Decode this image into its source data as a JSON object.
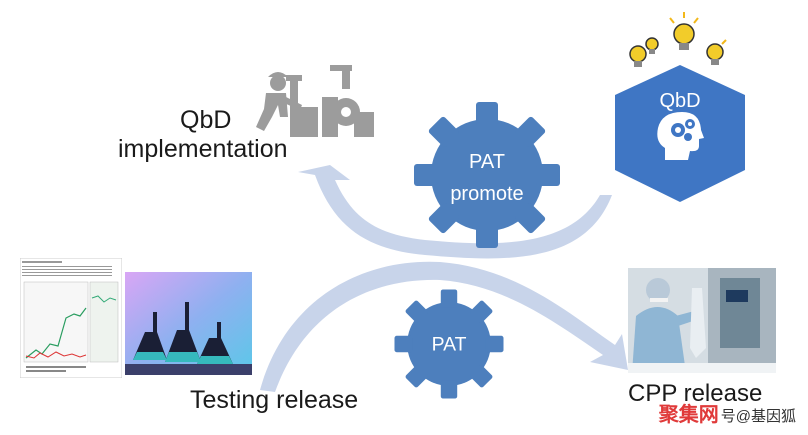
{
  "colors": {
    "gear": "#4d7fbd",
    "hexagon": "#3f76c4",
    "arrow": "#c8d4ea",
    "bulb": "#f2cc2a",
    "worker": "#9c9c9c"
  },
  "nodes": {
    "qbd_implementation": {
      "line1": "QbD",
      "line2": "implementation"
    },
    "qbd_hex": {
      "label": "QbD",
      "icon": "brain-gears-icon"
    },
    "pat_promote": {
      "line1": "PAT",
      "line2": "promote"
    },
    "pat": {
      "label": "PAT"
    },
    "testing_release": {
      "label": "Testing release"
    },
    "cpp_release": {
      "label": "CPP release"
    }
  },
  "images": {
    "document": "study-documentation-chart",
    "lab": "lab-glassware-photo",
    "cleanroom": "cleanroom-operator-photo"
  },
  "watermark": {
    "brand": "聚集网",
    "text": "号@基因狐"
  }
}
